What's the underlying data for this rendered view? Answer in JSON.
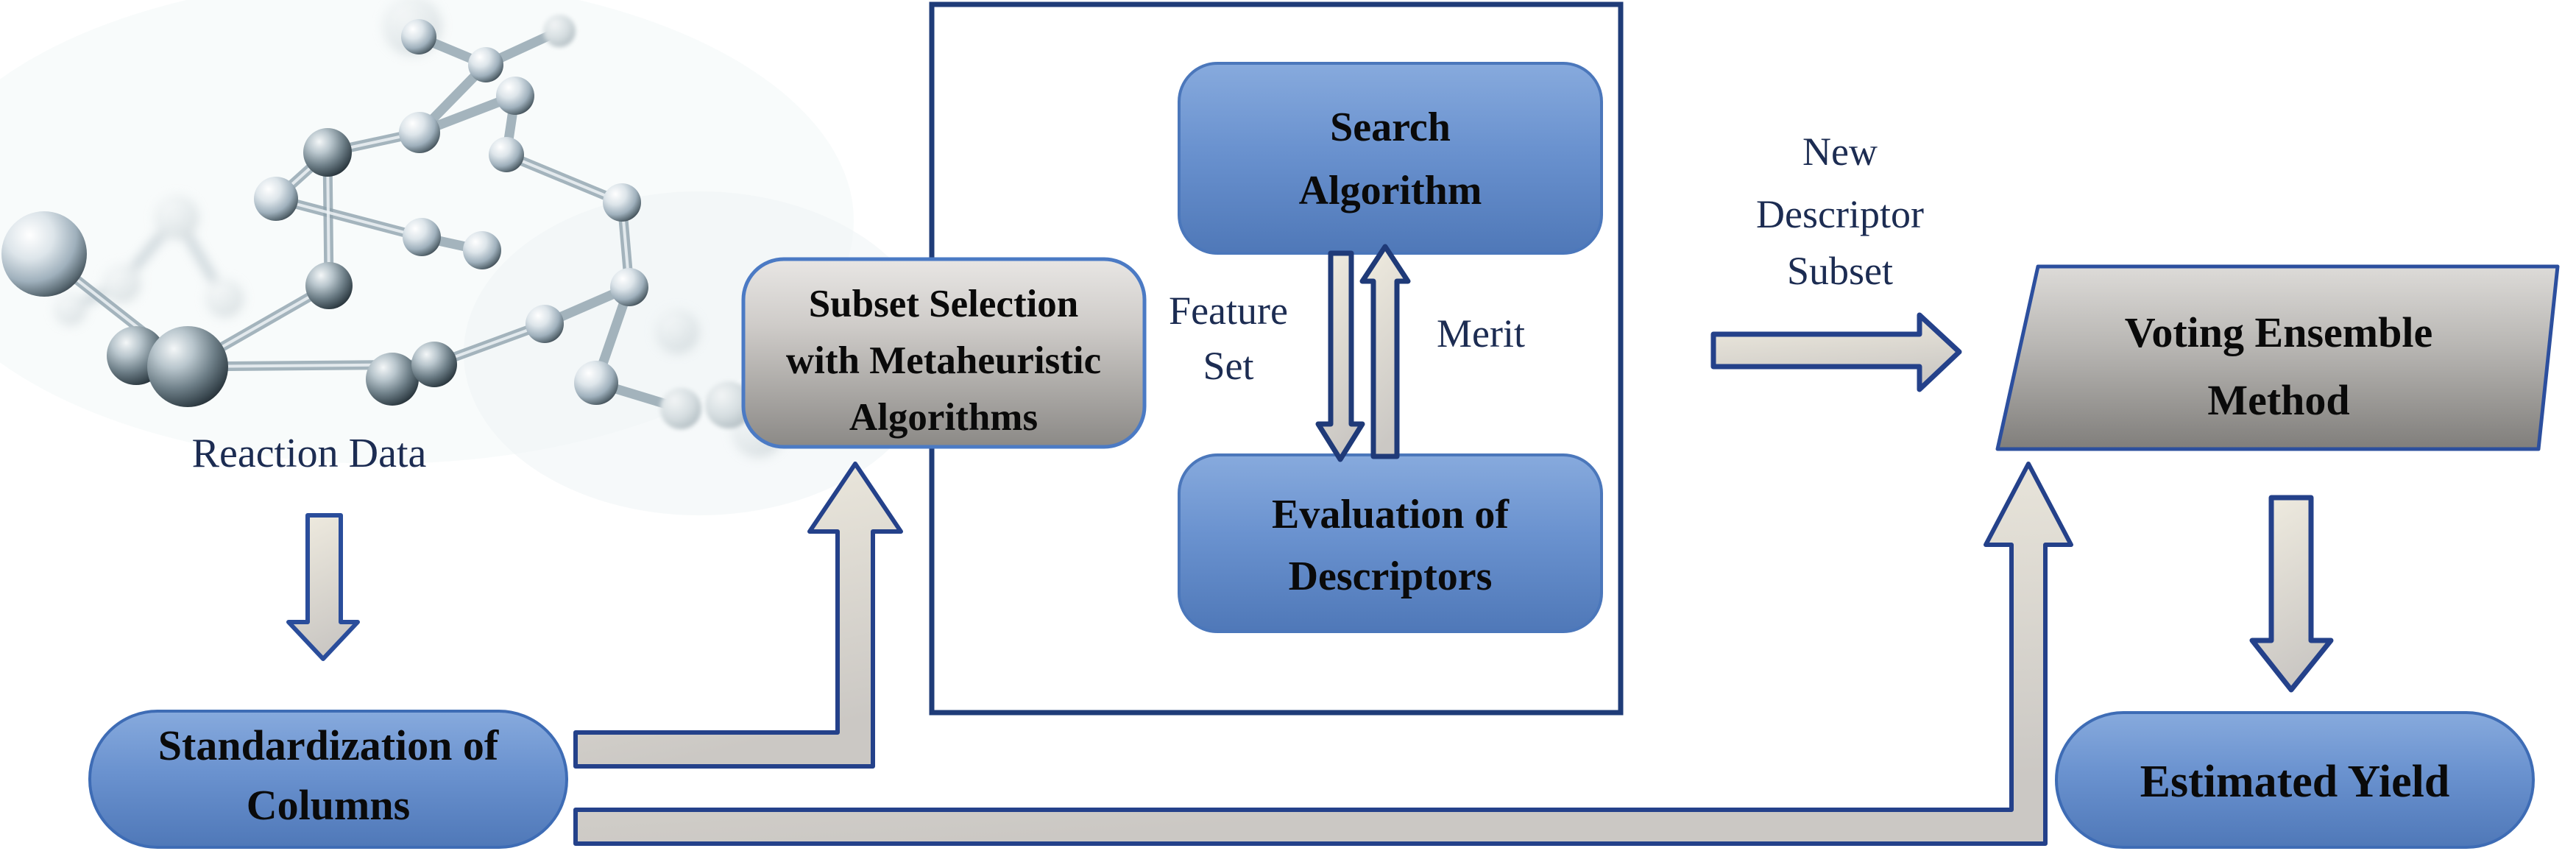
{
  "colors": {
    "background": "#ffffff",
    "node_blue": "#6a92cf",
    "node_blue_dark": "#4f78b8",
    "node_blue_border": "#3e6cb5",
    "node_gray_light": "#e5e3e1",
    "node_gray_dark": "#8f8d8a",
    "container_outline": "#1f3c78",
    "arrow_fill": "#d6d2cc",
    "arrow_outline": "#24418a",
    "label_navy": "#1c2c52",
    "box_text": "#0a0a0a"
  },
  "nodes": {
    "reaction_data": {
      "label": "Reaction Data"
    },
    "standardization": {
      "lines": [
        "Standardization of",
        "Columns"
      ]
    },
    "subset_selection": {
      "lines": [
        "Subset Selection",
        "with Metaheuristic",
        "Algorithms"
      ]
    },
    "search_algorithm": {
      "lines": [
        "Search",
        "Algorithm"
      ]
    },
    "evaluation_of_descriptors": {
      "lines": [
        "Evaluation of",
        "Descriptors"
      ]
    },
    "voting_ensemble": {
      "lines": [
        "Voting Ensemble",
        "Method"
      ]
    },
    "estimated_yield": {
      "label": "Estimated Yield"
    }
  },
  "edge_labels": {
    "feature_set": {
      "lines": [
        "Feature",
        "Set"
      ]
    },
    "merit": {
      "label": "Merit"
    },
    "new_descriptor_subset": {
      "lines": [
        "New",
        "Descriptor",
        "Subset"
      ]
    }
  },
  "icons": {
    "molecule": "molecule-3d-image",
    "arrows": [
      "arrow-down-icon",
      "elbow-arrow-up-icon",
      "arrow-right-icon",
      "twin-feedback-arrows-icon"
    ]
  }
}
